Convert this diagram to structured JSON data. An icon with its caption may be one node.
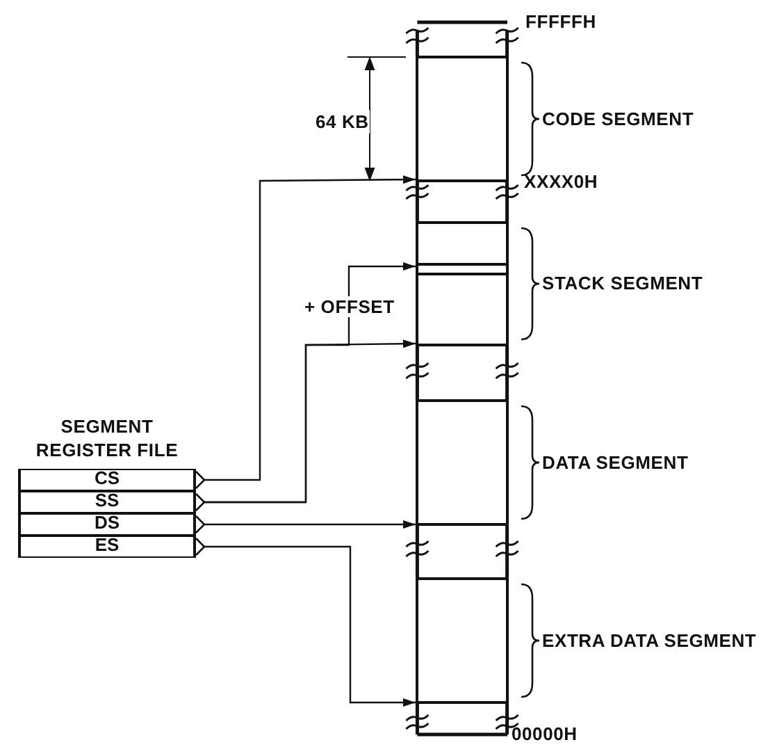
{
  "diagram": {
    "nodes": [
      {
        "text": [
          "SEGMENT REGISTER FILE"
        ]
      },
      {
        "text": [
          "CS"
        ],
        "in": 0
      },
      {
        "text": [
          "SS"
        ],
        "in": 0
      },
      {
        "text": [
          "DS"
        ],
        "in": 0
      },
      {
        "text": [
          "ES"
        ],
        "in": 0
      },
      {
        "text": [],
        "shape": "box",
        "beside": [
          "CODE SEGMENT"
        ]
      },
      {
        "text": [],
        "shape": "box",
        "beside": [
          "STACK SEGMENT"
        ]
      },
      {
        "text": [],
        "shape": "bar",
        "in": 6
      },
      {
        "text": [],
        "shape": "box",
        "beside": [
          "DATA SEGMENT"
        ]
      },
      {
        "text": [],
        "shape": "box",
        "beside": [
          "EXTRA DATA SEGMENT"
        ]
      }
    ],
    "edges": [
      {
        "from": 1,
        "to": 5,
        "arrow": "to"
      },
      {
        "from": 2,
        "to": 6,
        "arrow": "to"
      },
      {
        "from": 2,
        "to": 7,
        "arrow": "to",
        "label": "+ OFFSET"
      },
      {
        "from": 3,
        "to": 8,
        "arrow": "to"
      },
      {
        "from": 4,
        "to": 9,
        "arrow": "to"
      }
    ],
    "labels": [
      "FFFFFH",
      "64 KB",
      "XXXX0H",
      "00000H"
    ]
  }
}
